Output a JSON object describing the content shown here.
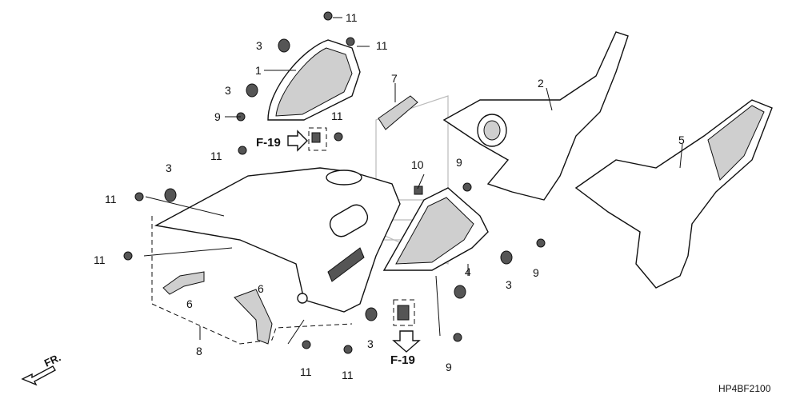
{
  "diagram": {
    "drawing_code": "HP4BF2100",
    "direction_label": "FR.",
    "reference_labels": [
      "F-19",
      "F-19"
    ],
    "callouts": {
      "c1": "1",
      "c2": "2",
      "c4": "4",
      "c5": "5",
      "c7": "7",
      "c8": "8",
      "c10": "10",
      "c3a": "3",
      "c3b": "3",
      "c3c": "3",
      "c3d": "3",
      "c3e": "3",
      "c6a": "6",
      "c6b": "6",
      "c9a": "9",
      "c9b": "9",
      "c9c": "9",
      "c9d": "9",
      "c11a": "11",
      "c11b": "11",
      "c11c": "11",
      "c11d": "11",
      "c11e": "11",
      "c11f": "11",
      "c11g": "11",
      "c11h": "11"
    }
  }
}
